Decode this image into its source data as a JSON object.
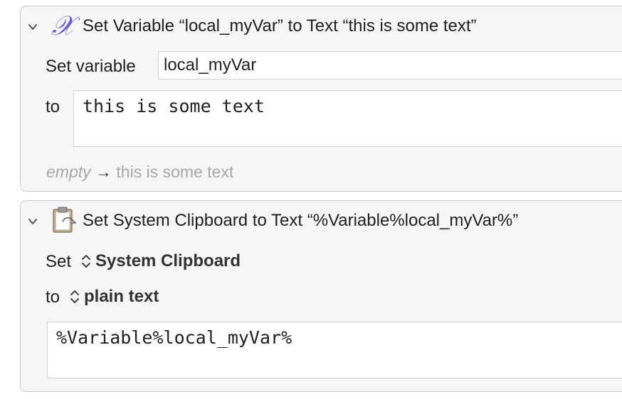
{
  "action1": {
    "title": "Set Variable “local_myVar” to Text “this is some text”",
    "icon": "variable-x-icon",
    "variable_label": "Set variable",
    "variable_value": "local_myVar",
    "to_label": "to",
    "text_value": "this is some text",
    "preview_empty": "empty",
    "preview_result": "this is some text"
  },
  "action2": {
    "title": "Set System Clipboard to Text “%Variable%local_myVar%”",
    "icon": "clipboard-icon",
    "set_label": "Set",
    "clipboard_option": "System Clipboard",
    "to_label": "to",
    "format_option": "plain text",
    "text_value": "%Variable%local_myVar%"
  },
  "colors": {
    "accent_purple": "#6a5adf",
    "panel_bg": "#f6f6f6",
    "border": "#c9c9c9",
    "preview_gray": "#a8a8a8"
  }
}
